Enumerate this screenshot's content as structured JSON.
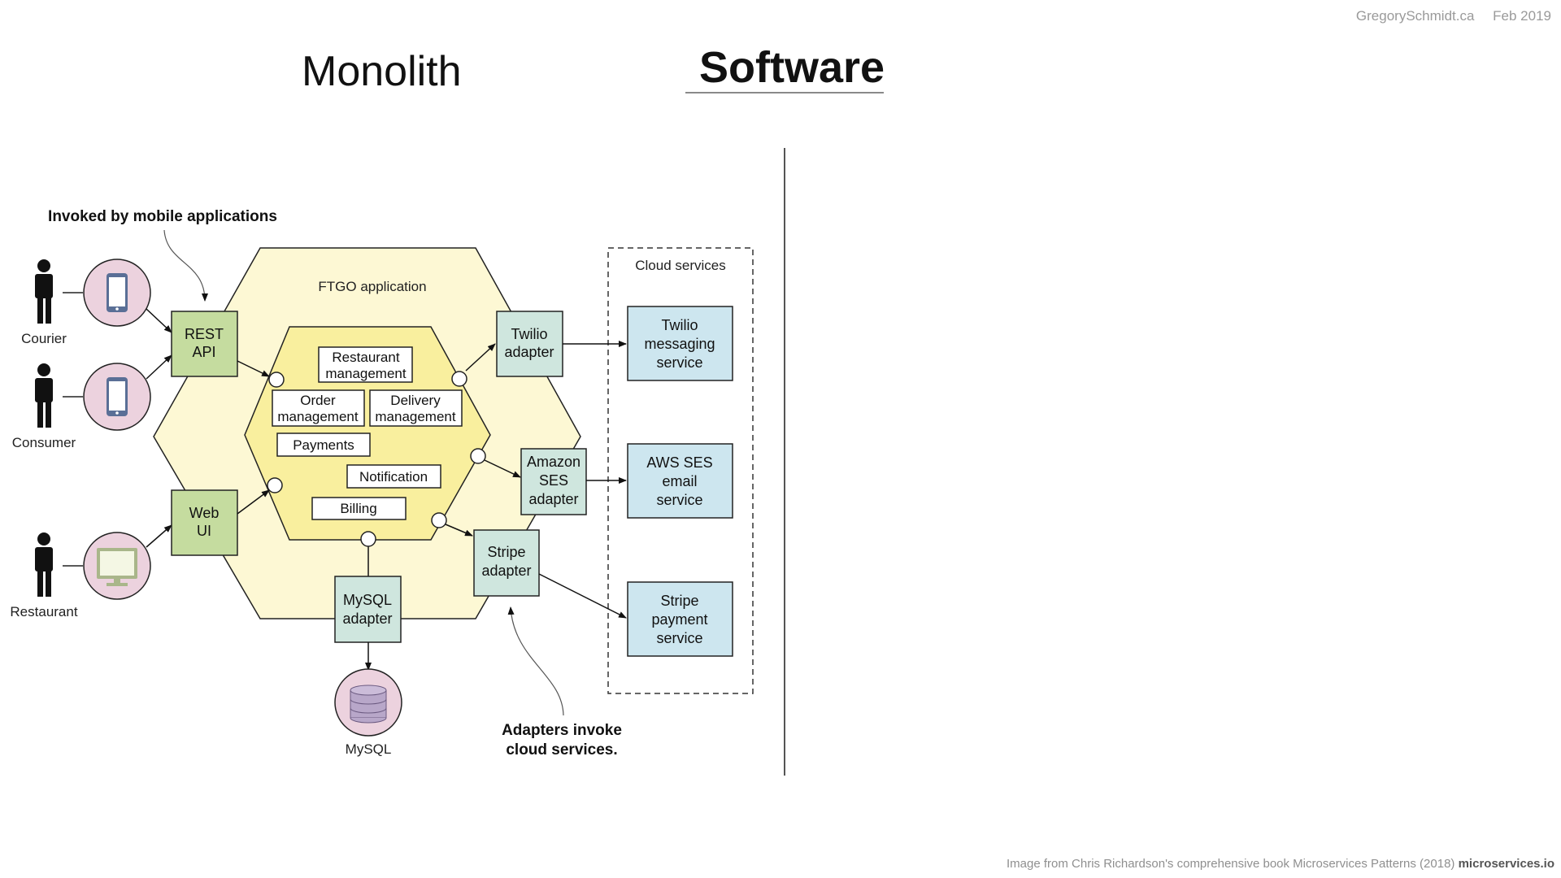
{
  "header": {
    "site": "GregorySchmidt.ca",
    "date": "Feb 2019",
    "left_title": "Monolith",
    "right_title": "Software"
  },
  "diagram": {
    "callout_top": "Invoked by mobile applications",
    "callout_bottom_line1": "Adapters invoke",
    "callout_bottom_line2": "cloud services.",
    "app_label": "FTGO application",
    "cloud_label": "Cloud services",
    "actors": {
      "courier": "Courier",
      "consumer": "Consumer",
      "restaurant": "Restaurant"
    },
    "rest_api": [
      "REST",
      "API"
    ],
    "web_ui": [
      "Web",
      "UI"
    ],
    "modules": {
      "restaurant_management": [
        "Restaurant",
        "management"
      ],
      "order_management": [
        "Order",
        "management"
      ],
      "delivery_management": [
        "Delivery",
        "management"
      ],
      "payments": "Payments",
      "notification": "Notification",
      "billing": "Billing"
    },
    "adapters": {
      "twilio": [
        "Twilio",
        "adapter"
      ],
      "amazon_ses": [
        "Amazon",
        "SES",
        "adapter"
      ],
      "stripe": [
        "Stripe",
        "adapter"
      ],
      "mysql": [
        "MySQL",
        "adapter"
      ]
    },
    "services": {
      "twilio": [
        "Twilio",
        "messaging",
        "service"
      ],
      "aws_ses": [
        "AWS SES",
        "email",
        "service"
      ],
      "stripe": [
        "Stripe",
        "payment",
        "service"
      ]
    },
    "database": "MySQL"
  },
  "footer": {
    "text": "Image from Chris Richardson's comprehensive book Microservices Patterns (2018) ",
    "link": "microservices.io"
  },
  "colors": {
    "outer_hex": "#fdf8d4",
    "inner_hex": "#f9ef9e",
    "green_box": "#c5dc9f",
    "teal_box": "#cfe6de",
    "service_box": "#cde6ef",
    "device_circle": "#ecd2de"
  }
}
